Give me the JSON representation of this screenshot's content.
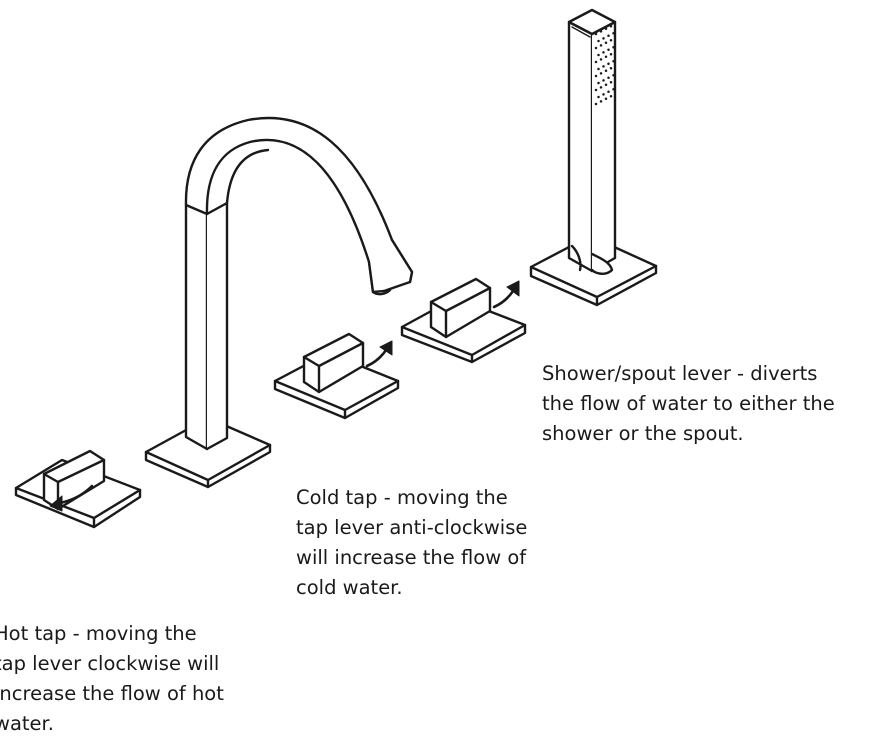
{
  "captions": {
    "hot_tap": {
      "lines": [
        "Hot tap - moving the",
        "tap lever clockwise will",
        "increase the flow of hot",
        "water."
      ]
    },
    "cold_tap": {
      "lines": [
        "Cold tap - moving the",
        "tap lever anti-clockwise",
        "will increase the flow of",
        "cold water."
      ]
    },
    "shower_lever": {
      "lines": [
        "Shower/spout lever - diverts",
        "the flow of water to either the",
        "shower or the spout."
      ]
    }
  },
  "colors": {
    "line": "#1a1a1a",
    "background": "#ffffff"
  }
}
